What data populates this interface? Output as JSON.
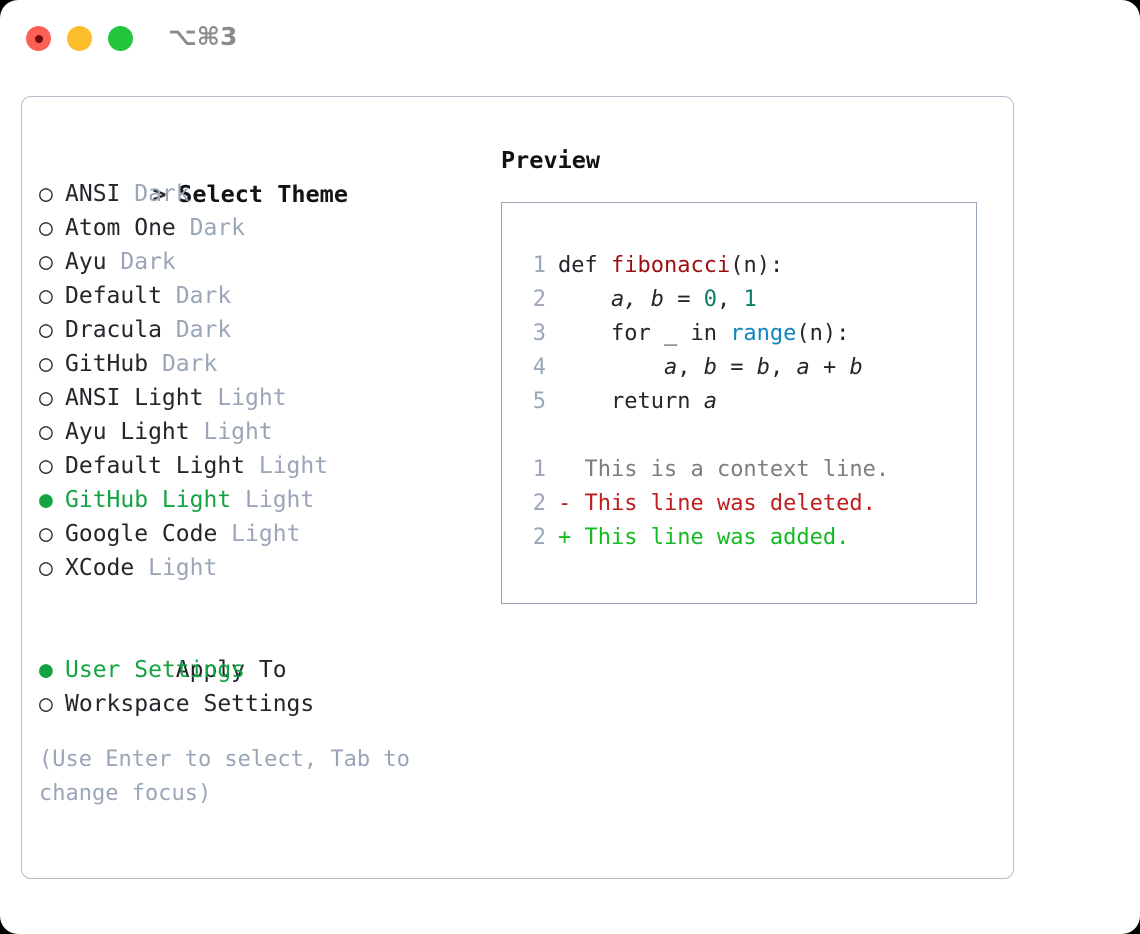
{
  "titlebar": {
    "shortcut": "⌥⌘3",
    "lights": [
      {
        "name": "close",
        "color": "#fc5f56"
      },
      {
        "name": "minimize",
        "color": "#fcbd2d"
      },
      {
        "name": "maximize",
        "color": "#21c63b"
      }
    ]
  },
  "theme_picker": {
    "header": "Select Theme",
    "header_prefix": ">",
    "bullet_unselected": "○",
    "bullet_selected": "●",
    "items": [
      {
        "label": "ANSI",
        "tag": "Dark",
        "selected": false
      },
      {
        "label": "Atom One",
        "tag": "Dark",
        "selected": false
      },
      {
        "label": "Ayu",
        "tag": "Dark",
        "selected": false
      },
      {
        "label": "Default",
        "tag": "Dark",
        "selected": false
      },
      {
        "label": "Dracula",
        "tag": "Dark",
        "selected": false
      },
      {
        "label": "GitHub",
        "tag": "Dark",
        "selected": false
      },
      {
        "label": "ANSI Light",
        "tag": "Light",
        "selected": false
      },
      {
        "label": "Ayu Light",
        "tag": "Light",
        "selected": false
      },
      {
        "label": "Default Light",
        "tag": "Light",
        "selected": false
      },
      {
        "label": "GitHub Light",
        "tag": "Light",
        "selected": true
      },
      {
        "label": "Google Code",
        "tag": "Light",
        "selected": false
      },
      {
        "label": "XCode",
        "tag": "Light",
        "selected": false
      }
    ]
  },
  "apply_to": {
    "header": "Apply To",
    "items": [
      {
        "label": "User Settings",
        "selected": true
      },
      {
        "label": "Workspace Settings",
        "selected": false
      }
    ]
  },
  "hint": "(Use Enter to select, Tab to change focus)",
  "preview": {
    "title": "Preview",
    "code_lines": [
      {
        "number": "1",
        "tokens": [
          {
            "text": "def ",
            "kind": "plain"
          },
          {
            "text": "fibonacci",
            "kind": "fn"
          },
          {
            "text": "(n):",
            "kind": "plain"
          }
        ]
      },
      {
        "number": "2",
        "tokens": [
          {
            "text": "    ",
            "kind": "plain"
          },
          {
            "text": "a, b",
            "kind": "var"
          },
          {
            "text": " = ",
            "kind": "plain"
          },
          {
            "text": "0",
            "kind": "num"
          },
          {
            "text": ", ",
            "kind": "plain"
          },
          {
            "text": "1",
            "kind": "num"
          }
        ]
      },
      {
        "number": "3",
        "tokens": [
          {
            "text": "    for _ in ",
            "kind": "plain"
          },
          {
            "text": "range",
            "kind": "call"
          },
          {
            "text": "(n):",
            "kind": "plain"
          }
        ]
      },
      {
        "number": "4",
        "tokens": [
          {
            "text": "        ",
            "kind": "plain"
          },
          {
            "text": "a",
            "kind": "var"
          },
          {
            "text": ", ",
            "kind": "plain"
          },
          {
            "text": "b",
            "kind": "var"
          },
          {
            "text": " = ",
            "kind": "plain"
          },
          {
            "text": "b",
            "kind": "var"
          },
          {
            "text": ", ",
            "kind": "plain"
          },
          {
            "text": "a",
            "kind": "var"
          },
          {
            "text": " + ",
            "kind": "plain"
          },
          {
            "text": "b",
            "kind": "var"
          }
        ]
      },
      {
        "number": "5",
        "tokens": [
          {
            "text": "    return ",
            "kind": "plain"
          },
          {
            "text": "a",
            "kind": "var"
          }
        ]
      }
    ],
    "diff_lines": [
      {
        "number": "1",
        "marker": " ",
        "text": " This is a context line.",
        "kind": "ctx"
      },
      {
        "number": "2",
        "marker": "-",
        "text": " This line was deleted.",
        "kind": "del"
      },
      {
        "number": "2",
        "marker": "+",
        "text": " This line was added.",
        "kind": "add"
      }
    ]
  },
  "colors": {
    "accent_green": "#13a343",
    "tag_gray": "#9aa6b8",
    "border": "#b4bdc9",
    "code_border": "#97a4b5",
    "fn_red": "#9e1010",
    "num_teal": "#0e7c6b",
    "call_blue": "#1184bf",
    "diff_del": "#bd1f1f",
    "diff_add": "#13ba22",
    "diff_ctx": "#7b7d82"
  }
}
